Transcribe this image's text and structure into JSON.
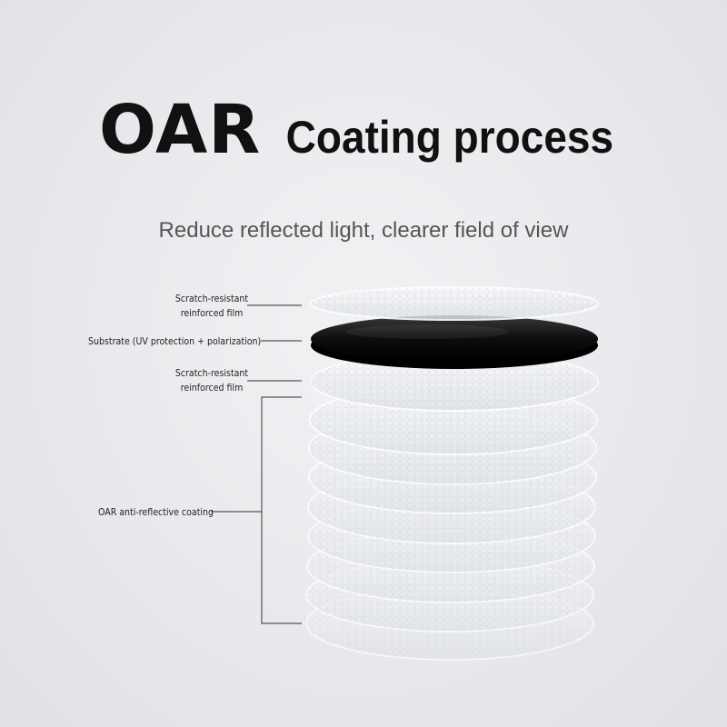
{
  "title": {
    "bold_part": "OAR",
    "rest": "Coating process"
  },
  "subtitle": "Reduce reflected light, clearer field of view",
  "layers": {
    "top_film_line1": "Scratch-resistant",
    "top_film_line2": "reinforced film",
    "substrate": "Substrate (UV protection + polarization)",
    "bottom_film_line1": "Scratch-resistant",
    "bottom_film_line2": "reinforced film",
    "coating": "OAR anti-reflective coating"
  },
  "colors": {
    "background": "#e6e8ec",
    "substrate": "#111111",
    "film": "#f4f5f7",
    "line": "#555555"
  }
}
